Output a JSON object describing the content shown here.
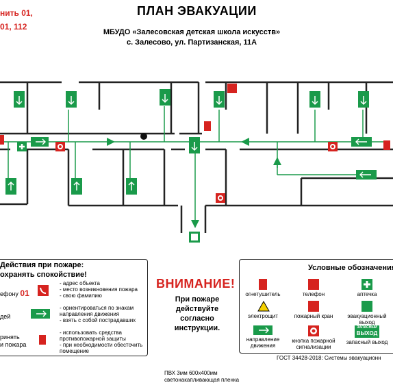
{
  "header": {
    "title": "ПЛАН ЭВАКУАЦИИ",
    "org_line1": "МБУДО «Залесовская детская школа искусств»",
    "org_line2": "с. Залесово, ул. Партизанская, 11А",
    "corner_line1": "нить 01,",
    "corner_line2": "01, 112"
  },
  "actions_panel": {
    "title_line1": "Действия при пожаре:",
    "title_line2": "охранять спокойствие!",
    "row1_label": "ефону",
    "row1_number": "01",
    "row1_items": [
      "- адрес объекта",
      "- место возникновения пожара",
      "- свою фамилию"
    ],
    "row2_label": "дей",
    "row2_items": [
      "- ориентироваться по знакам",
      "направления движения",
      "- взять с собой пострадавших"
    ],
    "row3_label1": "ринять",
    "row3_label2": "и пожара",
    "row3_items": [
      "- использовать средства",
      "противопожарной защиты",
      "- при необходимости обесточить",
      "помещение"
    ]
  },
  "warning": {
    "title": "ВНИМАНИЕ!",
    "text_lines": [
      "При пожаре",
      "действуйте",
      "согласно",
      "инструкции."
    ]
  },
  "legend": {
    "title": "Условные обозначения",
    "items": [
      {
        "label": "огнетушитель",
        "icon": "extinguisher-icon"
      },
      {
        "label": "телефон",
        "icon": "phone-icon"
      },
      {
        "label": "аптечка",
        "icon": "first-aid-icon"
      },
      {
        "label": "электрощит",
        "icon": "electrical-panel-icon"
      },
      {
        "label": "пожарный кран",
        "icon": "fire-hydrant-icon"
      },
      {
        "label": "эвакуационный выход",
        "icon": "evacuation-exit-icon"
      },
      {
        "label": "направление движения",
        "icon": "direction-arrow-icon"
      },
      {
        "label": "кнопка пожарной сигнализации",
        "icon": "fire-alarm-button-icon"
      },
      {
        "label": "запасный выход",
        "icon": "emergency-exit-icon"
      }
    ],
    "exit_sign_line1": "ЗАПАСНЫЙ",
    "exit_sign_line2": "ВЫХОД"
  },
  "footer": {
    "gost": "ГОСТ 34428-2018: Системы эвакуационн",
    "material_line1": "ПВХ 3мм 600x400мм",
    "material_line2": "светонакапливающая пленка"
  },
  "colors": {
    "green": "#1a9a4a",
    "red": "#d6231f",
    "wall": "#222222"
  }
}
